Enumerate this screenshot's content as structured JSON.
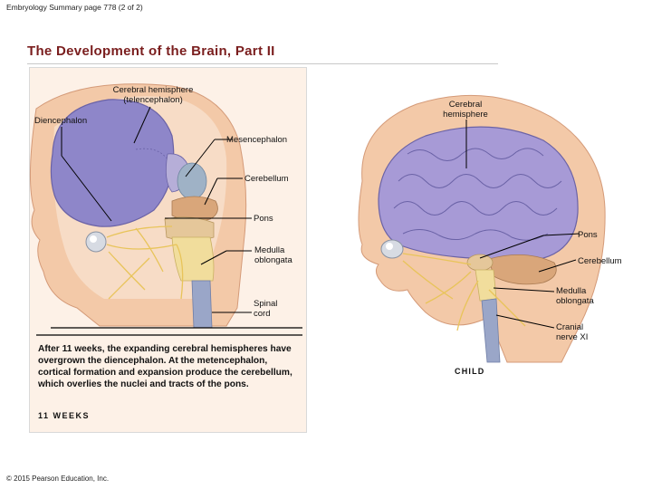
{
  "header": {
    "text": "Embryology Summary page 778 (2 of 2)"
  },
  "slide": {
    "title": "The Development of the Brain, Part II"
  },
  "fetal_figure": {
    "labels": {
      "cerebral_hemisphere_line1": "Cerebral hemisphere",
      "cerebral_hemisphere_line2": "(telencephalon)",
      "diencephalon": "Diencephalon",
      "mesencephalon": "Mesencephalon",
      "cerebellum": "Cerebellum",
      "pons": "Pons",
      "medulla_line1": "Medulla",
      "medulla_line2": "oblongata",
      "spinal_line1": "Spinal",
      "spinal_line2": "cord"
    },
    "caption": "After 11 weeks, the expanding cerebral hemispheres have overgrown the diencephalon. At the metencephalon, cortical formation and expansion produce the cerebellum, which overlies the nuclei and tracts of the pons.",
    "stage": "11 WEEKS"
  },
  "child_figure": {
    "labels": {
      "cerebral_hemisphere_line1": "Cerebral",
      "cerebral_hemisphere_line2": "hemisphere",
      "pons": "Pons",
      "cerebellum": "Cerebellum",
      "medulla_line1": "Medulla",
      "medulla_line2": "oblongata",
      "cranial_nerve_line1": "Cranial",
      "cranial_nerve_line2": "nerve XI"
    },
    "stage": "CHILD"
  },
  "footer": {
    "copyright": "© 2015 Pearson Education, Inc."
  },
  "colors": {
    "title": "#7a1e1e",
    "skin": "#f3c9a8",
    "brain_purple": "#8e86c9",
    "cerebellum_tan": "#d9a67a",
    "spinal_blue": "#9aa6c8",
    "nerve_yellow": "#e8c45a"
  }
}
